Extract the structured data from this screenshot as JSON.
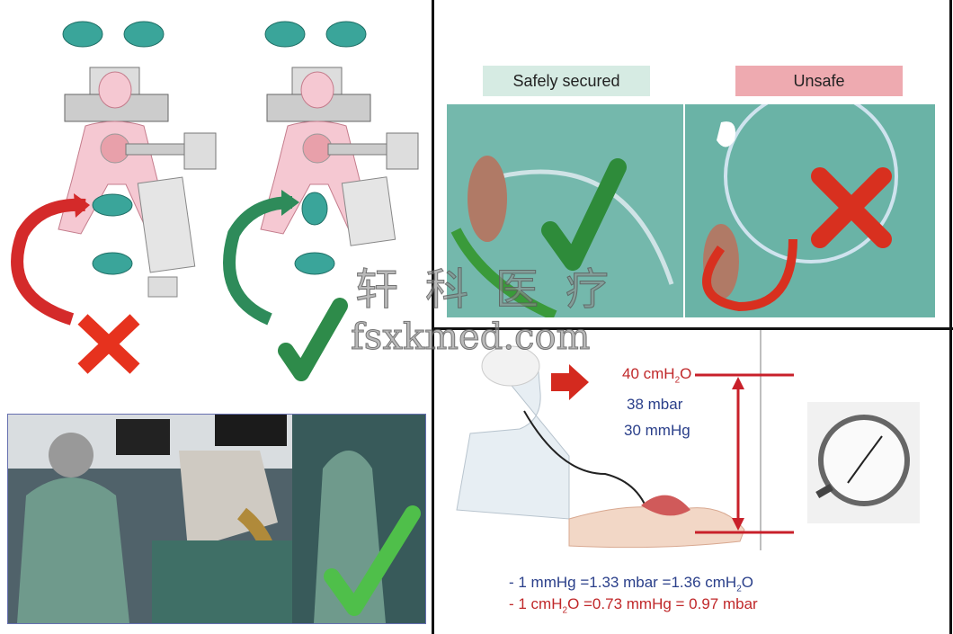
{
  "top_right": {
    "safe_label": "Safely secured",
    "unsafe_label": "Unsafe",
    "colors": {
      "safe_bg": "#d6ebe3",
      "unsafe_bg": "#eeaab0",
      "check": "#2e8b3a",
      "cross": "#d8301f"
    }
  },
  "bottom_right": {
    "pressure_cmh2o": "40 cmH",
    "pressure_cmh2o_sub": "2",
    "pressure_cmh2o_end": "O",
    "pressure_mbar": "38 mbar",
    "pressure_mmhg": "30 mmHg",
    "conversion_1": {
      "text": "- 1 mmHg =1.33 mbar =1.36 cmH",
      "sub": "2",
      "end": "O"
    },
    "conversion_2": {
      "text": "- 1 cmH",
      "sub": "2",
      "end": "O =0.73 mmHg = 0.97 mbar"
    }
  },
  "watermark": {
    "chinese": "轩科医疗",
    "domain": "fsxkmed.com"
  },
  "icons": [
    "cross-icon",
    "check-icon",
    "arrow-icon",
    "pressure-gauge-icon"
  ]
}
